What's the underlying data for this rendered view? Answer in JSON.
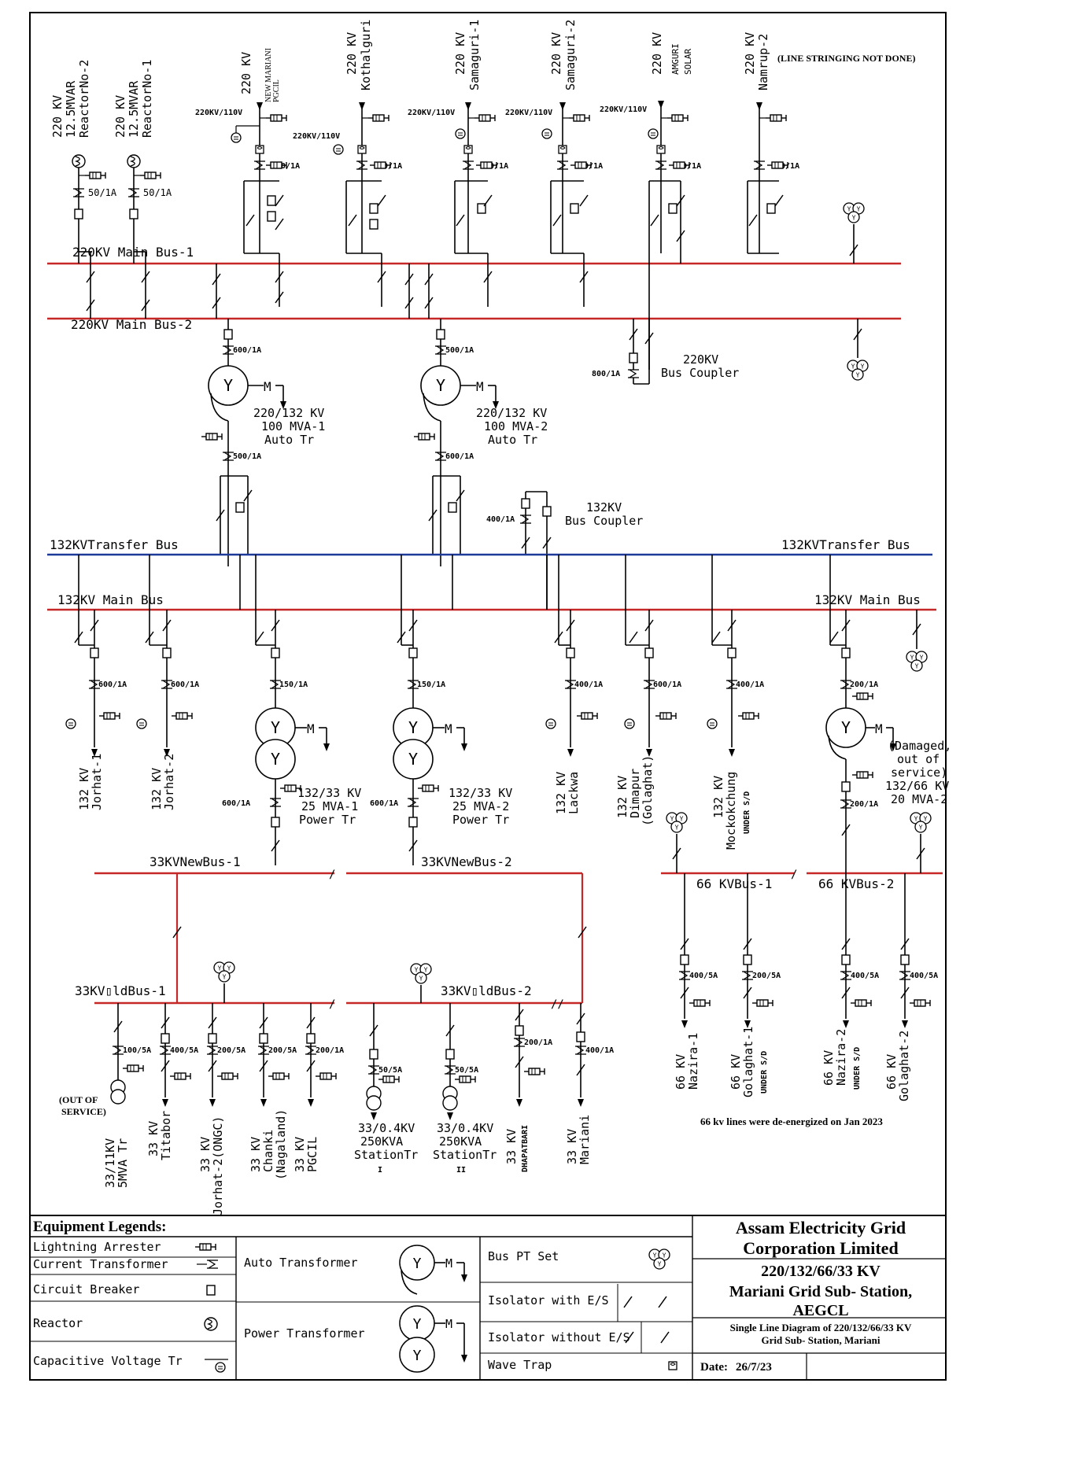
{
  "buses": {
    "b220_1": "220KV Main Bus-1",
    "b220_2": "220KV Main Bus-2",
    "b132_transfer_left": "132KVTransfer Bus",
    "b132_transfer_right": "132KVTransfer Bus",
    "b132_main_left": "132KV Main Bus",
    "b132_main_right": "132KV Main Bus",
    "b33_new1": "33KVNewBus-1",
    "b33_new2": "33KVNewBus-2",
    "b66_1": "66 KVBus-1",
    "b66_2": "66 KVBus-2",
    "b33_old1": "33KV▯ldBus-1",
    "b33_old2": "33KV▯ldBus-2"
  },
  "feeders220": [
    {
      "line1": "220 KV",
      "line2": "12.5MVAR",
      "line3": "ReactorNo-2",
      "ct": "50/1A"
    },
    {
      "line1": "220 KV",
      "line2": "12.5MVAR",
      "line3": "ReactorNo-1",
      "ct": "50/1A"
    },
    {
      "line1": "220 KV",
      "line2": "NEW MARIANI",
      "line3": "PGCIL",
      "ct": "800/1A",
      "cvt": "220KV/110V"
    },
    {
      "line1": "220 KV",
      "line2": "Kothalguri",
      "ct": "800/1A",
      "cvt": "220KV/110V"
    },
    {
      "line1": "220 KV",
      "line2": "Samaguri-1",
      "ct": "800/1A",
      "cvt": "220KV/110V"
    },
    {
      "line1": "220 KV",
      "line2": "Samaguri-2",
      "ct": "800/1A",
      "cvt": "220KV/110V"
    },
    {
      "line1": "220 KV",
      "line2": "AMGURI",
      "line3": "SOLAR",
      "ct": "800/1A",
      "cvt": "220KV/110V"
    },
    {
      "line1": "220 KV",
      "line2": "Namrup-2",
      "ct": "800/1A"
    }
  ],
  "line_stringing_note": "(LINE STRINGING NOT DONE)",
  "bus_coupler_220": {
    "l1": "220KV",
    "l2": "Bus Coupler",
    "ct": "800/1A"
  },
  "bus_coupler_132": {
    "l1": "132KV",
    "l2": "Bus Coupler",
    "ct": "400/1A"
  },
  "auto_tr": [
    {
      "l1": "220/132 KV",
      "l2": "100 MVA-1",
      "l3": "Auto Tr",
      "ct_hv": "600/1A",
      "ct_lv": "500/1A"
    },
    {
      "l1": "220/132 KV",
      "l2": "100 MVA-2",
      "l3": "Auto Tr",
      "ct_hv": "500/1A",
      "ct_lv": "600/1A"
    }
  ],
  "feeders132": [
    {
      "l1": "132 KV",
      "l2": "Jorhat-1",
      "ct": "600/1A"
    },
    {
      "l1": "132 KV",
      "l2": "Jorhat-2",
      "ct": "600/1A"
    },
    {
      "l1": "132 KV",
      "l2": "Lackwa",
      "ct": "400/1A"
    },
    {
      "l1": "132 KV",
      "l2": "Dimapur",
      "l3": "(Golaghat)",
      "ct": "600/1A"
    },
    {
      "l1": "132 KV",
      "l2": "Mockokchung",
      "l3": "UNDER S/D",
      "ct": "400/1A"
    }
  ],
  "power_tr": [
    {
      "l1": "132/33 KV",
      "l2": "25 MVA-1",
      "l3": "Power Tr",
      "ct_hv": "150/1A",
      "ct_lv": "600/1A"
    },
    {
      "l1": "132/33 KV",
      "l2": "25 MVA-2",
      "l3": "Power Tr",
      "ct_hv": "150/1A",
      "ct_lv": "600/1A"
    }
  ],
  "tr_132_66": {
    "ct_hv": "200/1A",
    "ct_lv": "200/1A",
    "d1": "(Damaged,",
    "d2": "out of",
    "d3": "service)",
    "l1": "132/66 KV",
    "l2": "20 MVA-2"
  },
  "feeders66": [
    {
      "l1": "66 KV",
      "l2": "Nazira-1",
      "ct": "400/5A"
    },
    {
      "l1": "66 KV",
      "l2": "Golaghat-1",
      "l3": "UNDER S/D",
      "ct": "200/5A"
    },
    {
      "l1": "66 KV",
      "l2": "Nazira-2",
      "l3": "UNDER S/D",
      "ct": "400/5A"
    },
    {
      "l1": "66 KV",
      "l2": "Golaghat-2",
      "ct": "400/5A"
    }
  ],
  "lines66_note": "66 kv lines were de-energized on Jan 2023",
  "feeders33": [
    {
      "l1": "33/11KV",
      "l2": "5MVA Tr",
      "ct": "100/5A"
    },
    {
      "l1": "33 KV",
      "l2": "Titabor",
      "ct": "400/5A"
    },
    {
      "l1": "33 KV",
      "l2": "Jorhat-2(ONGC)",
      "ct": "200/5A"
    },
    {
      "l1": "33 KV",
      "l2": "Chanki",
      "l3": "(Nagaland)",
      "ct": "200/5A"
    },
    {
      "l1": "33 KV",
      "l2": "PGCIL",
      "ct": "200/1A"
    },
    {
      "l1": "33/0.4KV",
      "l2": "250KVA",
      "l3": "StationTr",
      "l4": "I",
      "ct": "50/5A"
    },
    {
      "l1": "33/0.4KV",
      "l2": "250KVA",
      "l3": "StationTr",
      "l4": "II",
      "ct": "50/5A"
    },
    {
      "l1": "33 KV",
      "l2": "DHAPATBARI",
      "ct": "200/1A"
    },
    {
      "l1": "33 KV",
      "l2": "Mariani",
      "ct": "400/1A"
    }
  ],
  "out_of_service": {
    "l1": "(OUT OF",
    "l2": "SERVICE)"
  },
  "legend": {
    "title": "Equipment Legends:",
    "items_left": [
      "Lightning Arrester",
      "Current Transformer",
      "Circuit Breaker",
      "Reactor",
      "Capacitive Voltage Tr"
    ],
    "items_mid": [
      "Auto Transformer",
      "Power Transformer"
    ],
    "items_right": [
      "Bus PT Set",
      "Isolator with E/S",
      "Isolator without E/S",
      "Wave Trap"
    ]
  },
  "title_block": {
    "org1": "Assam Electricity Grid",
    "org2": "Corporation Limited",
    "t1": "220/132/66/33 KV",
    "t2": "Mariani Grid  Sub- Station,",
    "t3": "AEGCL",
    "s1": "Single Line Diagram of 220/132/66/33 KV",
    "s2": "Grid  Sub- Station, Mariani",
    "date_label": "Date:",
    "date_value": "26/7/23"
  },
  "colors": {
    "bus_red": "#c62828",
    "bus_blue": "#1e3a99"
  }
}
